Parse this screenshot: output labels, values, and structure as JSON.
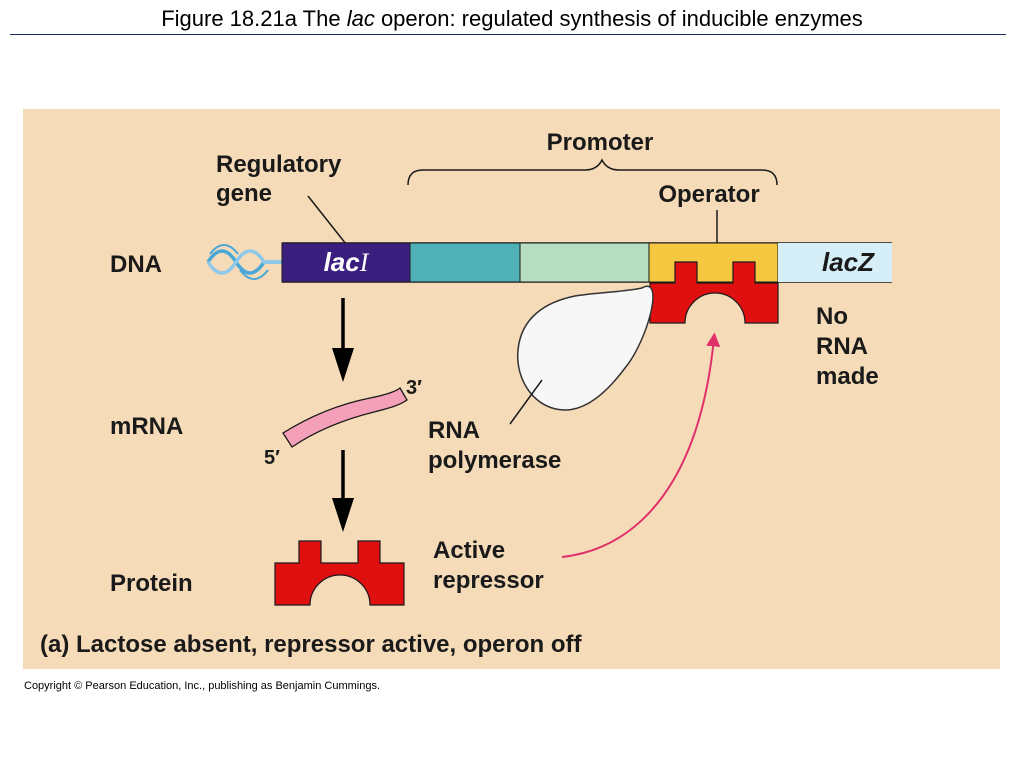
{
  "title": {
    "prefix": "Figure 18.21a  The ",
    "italic": "lac",
    "suffix": " operon: regulated synthesis of inducible enzymes"
  },
  "labels": {
    "promoter": "Promoter",
    "regulatory_gene_line1": "Regulatory",
    "regulatory_gene_line2": "gene",
    "operator": "Operator",
    "dna": "DNA",
    "laci_prefix": "lac",
    "laci_suffix": "I",
    "lacz": "lacZ",
    "no_rna_line1": "No",
    "no_rna_line2": "RNA",
    "no_rna_line3": "made",
    "mrna": "mRNA",
    "three_prime": "3′",
    "five_prime": "5′",
    "rna_polymerase_line1": "RNA",
    "rna_polymerase_line2": "polymerase",
    "active_repressor_line1": "Active",
    "active_repressor_line2": "repressor",
    "protein": "Protein",
    "caption": "(a) Lactose absent, repressor active, operon off"
  },
  "copyright": "Copyright © Pearson Education, Inc., publishing as Benjamin Cummings.",
  "colors": {
    "background": "#f5dbb8",
    "laci": "#3b1f7e",
    "promoter_teal": "#4fb0b8",
    "promoter_green": "#b5dfc0",
    "operator": "#f5c842",
    "lacz": "#d6eef8",
    "repressor": "#e01010",
    "mrna": "#f4a0b8",
    "arrow_pink": "#e0306a"
  }
}
